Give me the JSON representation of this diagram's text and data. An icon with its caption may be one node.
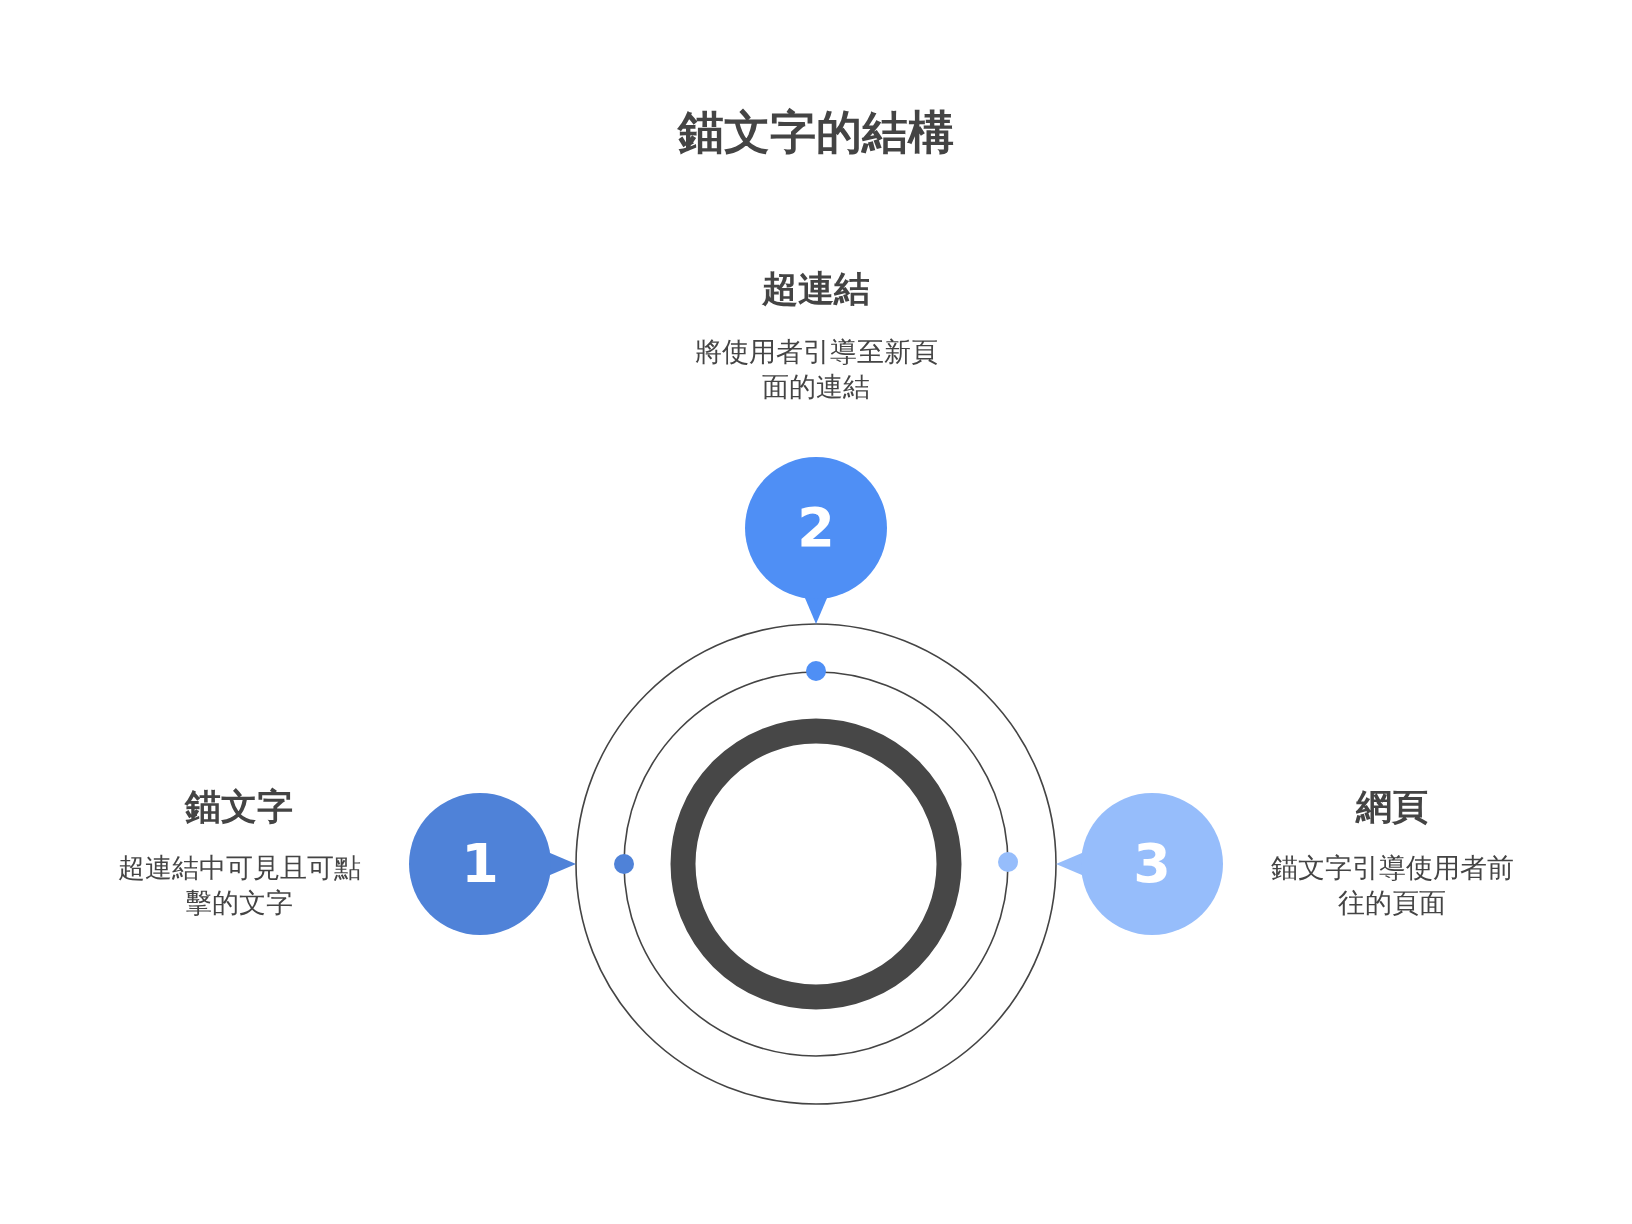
{
  "diagram": {
    "title": "錨文字的結構",
    "nodes": [
      {
        "text": [
          "1"
        ],
        "beside": [
          "錨文字",
          "超連結中可見且可點擊的文字"
        ]
      },
      {
        "text": [
          "2"
        ],
        "beside": [
          "超連結",
          "將使用者引導至新頁面的連結"
        ]
      },
      {
        "text": [
          "3"
        ],
        "beside": [
          "網頁",
          "錨文字引導使用者前往的頁面"
        ]
      }
    ]
  }
}
